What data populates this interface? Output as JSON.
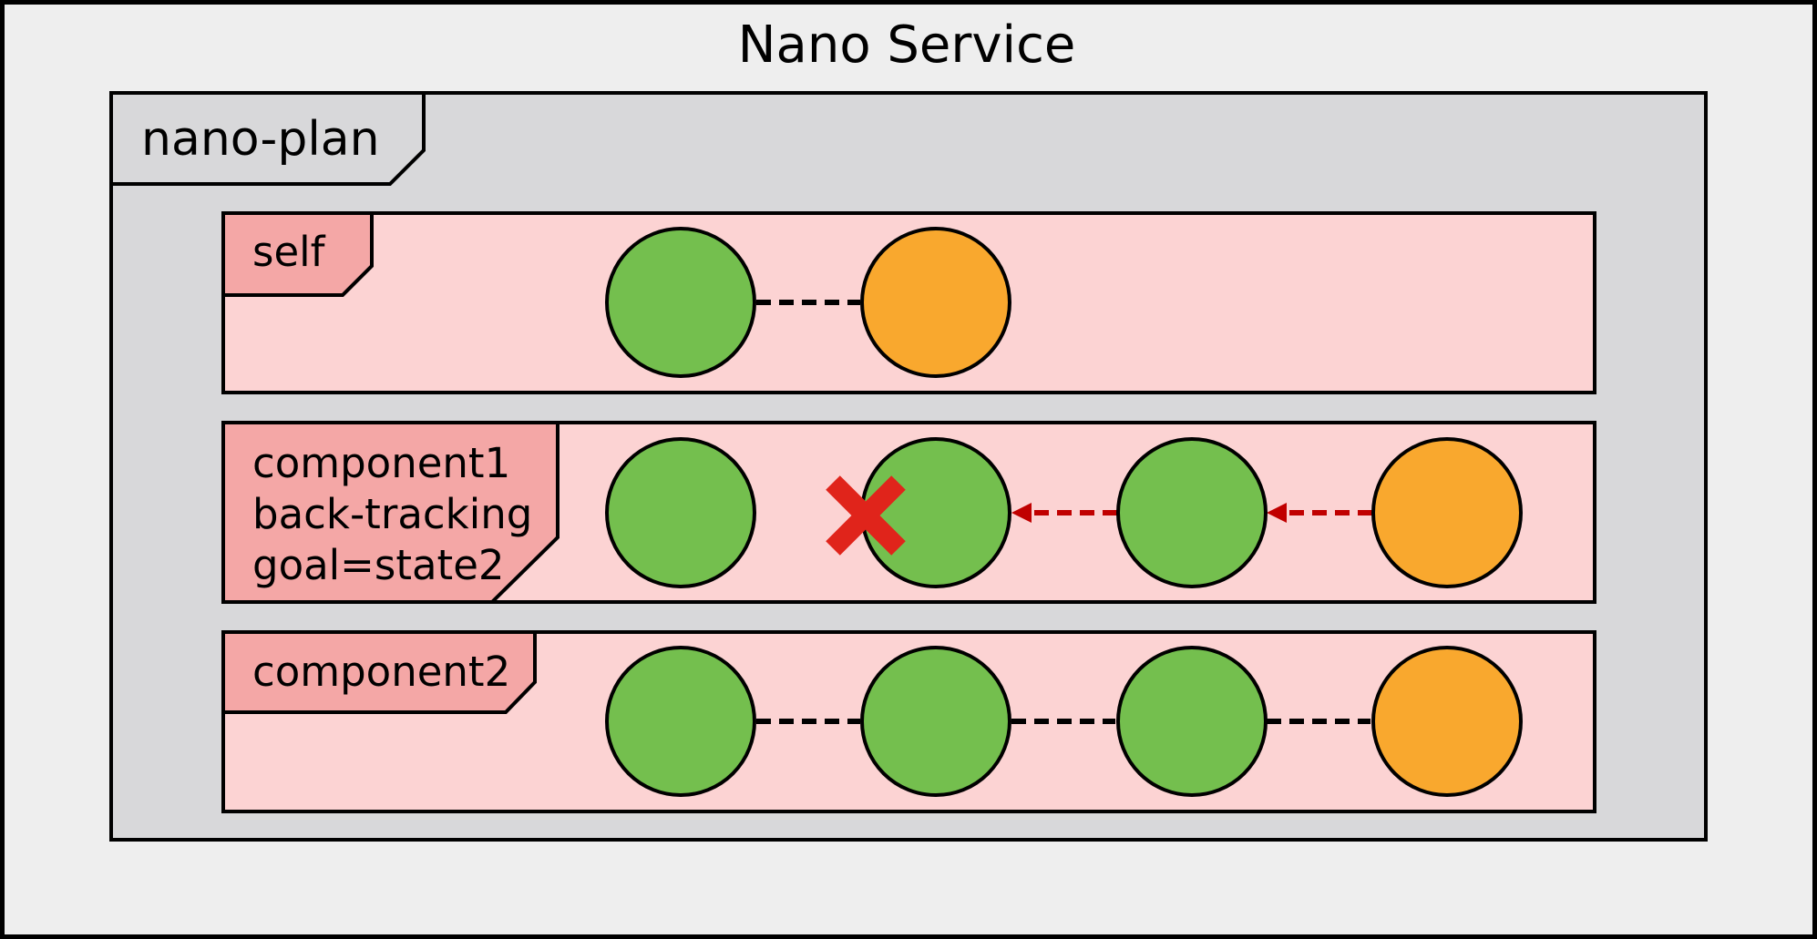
{
  "diagram": {
    "title": "Nano Service",
    "plan_label": "nano-plan",
    "colors": {
      "outer_bg": "#eeeeee",
      "plan_bg": "#d8d8da",
      "lane_bg": "#fcd3d3",
      "tag_bg": "#f4a7a6",
      "reached_state": "#74bf4e",
      "pending_state": "#f9a82e",
      "backtrack_arrow": "#c00000",
      "fail_mark": "#e0241b"
    },
    "lanes": [
      {
        "name": "self",
        "tag_lines": [
          "self"
        ],
        "states": [
          "reached",
          "pending"
        ],
        "transitions": [
          {
            "from": 1,
            "to": 2,
            "kind": "forward"
          }
        ]
      },
      {
        "name": "component1",
        "tag_lines": [
          "component1",
          "back-tracking",
          "goal=state2"
        ],
        "states": [
          "reached",
          "reached",
          "reached",
          "pending"
        ],
        "failed_state": 2,
        "transitions": [
          {
            "from": 3,
            "to": 2,
            "kind": "backtrack"
          },
          {
            "from": 4,
            "to": 3,
            "kind": "backtrack"
          }
        ]
      },
      {
        "name": "component2",
        "tag_lines": [
          "component2"
        ],
        "states": [
          "reached",
          "reached",
          "reached",
          "pending"
        ],
        "transitions": [
          {
            "from": 1,
            "to": 2,
            "kind": "forward"
          },
          {
            "from": 2,
            "to": 3,
            "kind": "forward"
          },
          {
            "from": 3,
            "to": 4,
            "kind": "forward"
          }
        ]
      }
    ]
  }
}
